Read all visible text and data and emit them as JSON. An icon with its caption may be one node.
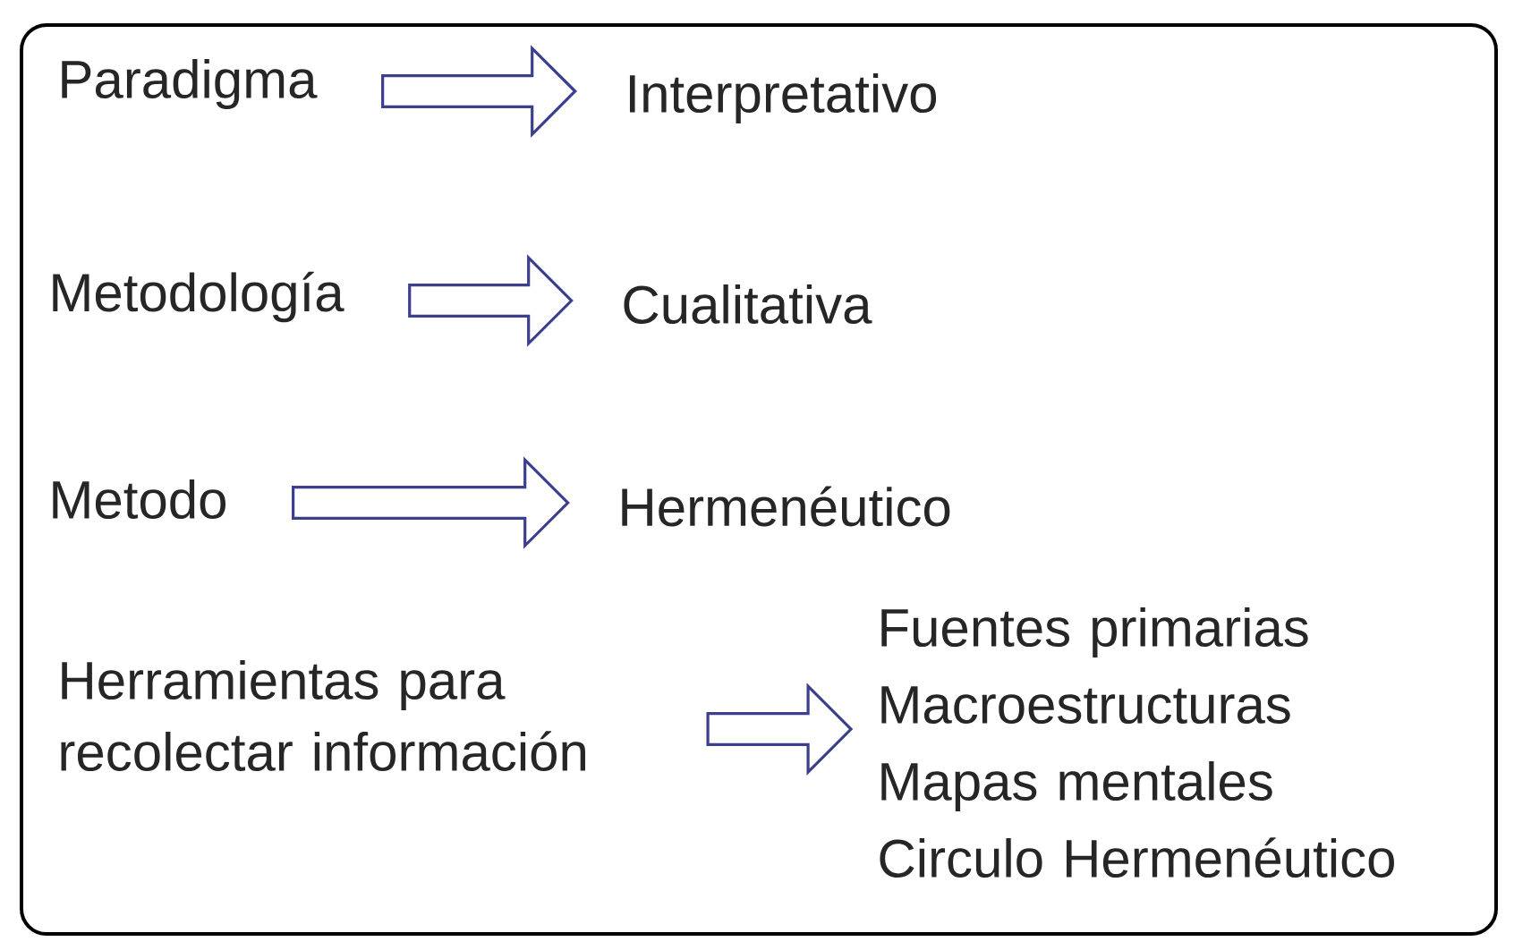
{
  "diagram": {
    "nodes": [
      {
        "text": [
          "Paradigma"
        ]
      },
      {
        "text": [
          "Interpretativo"
        ]
      },
      {
        "text": [
          "Metodología"
        ]
      },
      {
        "text": [
          "Cualitativa"
        ]
      },
      {
        "text": [
          "Metodo"
        ]
      },
      {
        "text": [
          "Hermenéutico"
        ]
      },
      {
        "text": [
          "Herramientas para recolectar información"
        ]
      },
      {
        "text": [
          "Fuentes primarias",
          "Macroestructuras",
          "Mapas mentales",
          "Circulo Hermenéutico"
        ]
      }
    ],
    "edges": [
      {
        "from": 0,
        "to": 1,
        "arrow": "to"
      },
      {
        "from": 2,
        "to": 3,
        "arrow": "to"
      },
      {
        "from": 4,
        "to": 5,
        "arrow": "to"
      },
      {
        "from": 6,
        "to": 7,
        "arrow": "to"
      }
    ]
  }
}
